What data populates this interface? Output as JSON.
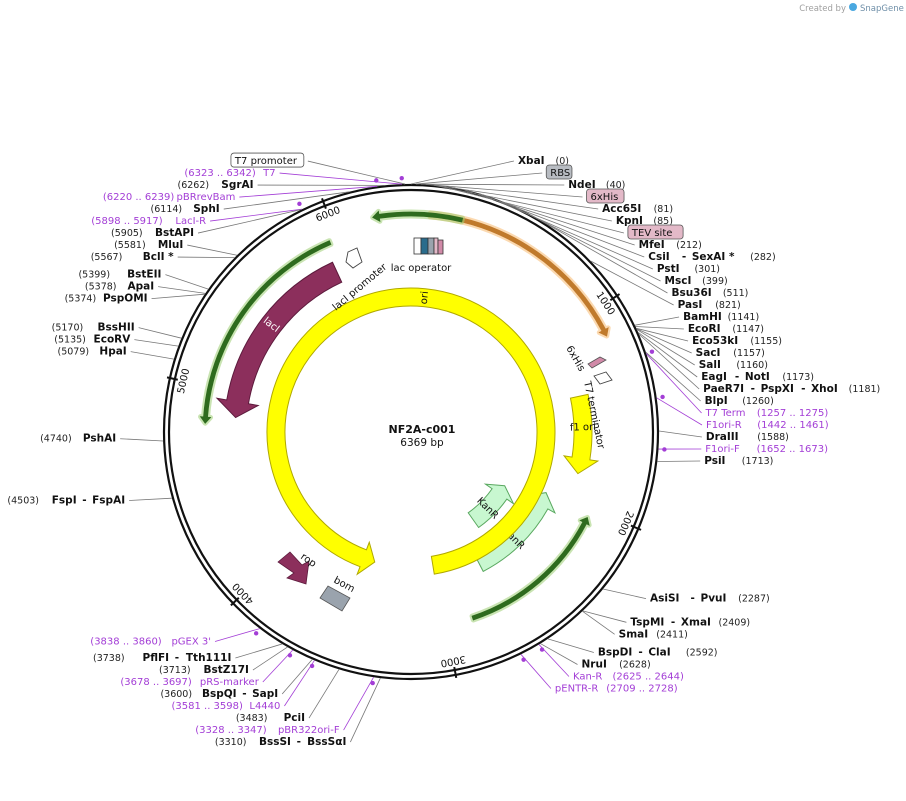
{
  "plasmid": {
    "name": "NF2A-c001",
    "length_label": "6369 bp",
    "total": 6369
  },
  "branding": {
    "created_by": "Created by",
    "brand": "SnapGene"
  },
  "ticks": [
    {
      "bp": 1000,
      "label": "1000"
    },
    {
      "bp": 2000,
      "label": "2000"
    },
    {
      "bp": 3000,
      "label": "3000"
    },
    {
      "bp": 4000,
      "label": "4000"
    },
    {
      "bp": 5000,
      "label": "5000"
    },
    {
      "bp": 6000,
      "label": "6000"
    }
  ],
  "sites": [
    {
      "names": [
        "XbaI"
      ],
      "pos": "(0)",
      "bp": 0
    },
    {
      "names": [
        "NdeI"
      ],
      "pos": "(40)",
      "bp": 40
    },
    {
      "names": [
        "Acc65I"
      ],
      "pos": "(81)",
      "bp": 81
    },
    {
      "names": [
        "KpnI"
      ],
      "pos": "(85)",
      "bp": 85
    },
    {
      "names": [
        "MfeI"
      ],
      "pos": "(212)",
      "bp": 212
    },
    {
      "names": [
        "CsiI",
        "SexAI *"
      ],
      "pos": "(282)",
      "bp": 282
    },
    {
      "names": [
        "PstI"
      ],
      "pos": "(301)",
      "bp": 301
    },
    {
      "names": [
        "MscI"
      ],
      "pos": "(399)",
      "bp": 399
    },
    {
      "names": [
        "Bsu36I"
      ],
      "pos": "(511)",
      "bp": 511
    },
    {
      "names": [
        "PasI"
      ],
      "pos": "(821)",
      "bp": 821
    },
    {
      "names": [
        "BamHI"
      ],
      "pos": "(1141)",
      "bp": 1141
    },
    {
      "names": [
        "EcoRI"
      ],
      "pos": "(1147)",
      "bp": 1147
    },
    {
      "names": [
        "Eco53kI"
      ],
      "pos": "(1155)",
      "bp": 1155
    },
    {
      "names": [
        "SacI"
      ],
      "pos": "(1157)",
      "bp": 1157
    },
    {
      "names": [
        "SalI"
      ],
      "pos": "(1160)",
      "bp": 1160
    },
    {
      "names": [
        "EagI",
        "NotI"
      ],
      "pos": "(1173)",
      "bp": 1173
    },
    {
      "names": [
        "PaeR7I",
        "PspXI",
        "XhoI"
      ],
      "pos": "(1181)",
      "bp": 1181
    },
    {
      "names": [
        "BlpI"
      ],
      "pos": "(1260)",
      "bp": 1260
    },
    {
      "names": [
        "DraIII"
      ],
      "pos": "(1588)",
      "bp": 1588
    },
    {
      "names": [
        "PsiI"
      ],
      "pos": "(1713)",
      "bp": 1713
    },
    {
      "names": [
        "AsiSI",
        "PvuI"
      ],
      "pos": "(2287)",
      "bp": 2287
    },
    {
      "names": [
        "TspMI",
        "XmaI"
      ],
      "pos": "(2409)",
      "bp": 2409
    },
    {
      "names": [
        "SmaI"
      ],
      "pos": "(2411)",
      "bp": 2411
    },
    {
      "names": [
        "BspDI",
        "ClaI"
      ],
      "pos": "(2592)",
      "bp": 2592
    },
    {
      "names": [
        "NruI"
      ],
      "pos": "(2628)",
      "bp": 2628
    },
    {
      "names": [
        "BssSI",
        "BssSαI"
      ],
      "pos": "(3310)",
      "bp": 3310
    },
    {
      "names": [
        "PciI"
      ],
      "pos": "(3483)",
      "bp": 3483
    },
    {
      "names": [
        "BspQI",
        "SapI"
      ],
      "pos": "(3600)",
      "bp": 3600
    },
    {
      "names": [
        "BstZ17I"
      ],
      "pos": "(3713)",
      "bp": 3713
    },
    {
      "names": [
        "PflFI",
        "Tth111I"
      ],
      "pos": "(3738)",
      "bp": 3738
    },
    {
      "names": [
        "FspI",
        "FspAI"
      ],
      "pos": "(4503)",
      "bp": 4503
    },
    {
      "names": [
        "PshAI"
      ],
      "pos": "(4740)",
      "bp": 4740
    },
    {
      "names": [
        "HpaI"
      ],
      "pos": "(5079)",
      "bp": 5079
    },
    {
      "names": [
        "EcoRV"
      ],
      "pos": "(5135)",
      "bp": 5135
    },
    {
      "names": [
        "BssHII"
      ],
      "pos": "(5170)",
      "bp": 5170
    },
    {
      "names": [
        "PspOMI"
      ],
      "pos": "(5374)",
      "bp": 5374
    },
    {
      "names": [
        "ApaI"
      ],
      "pos": "(5378)",
      "bp": 5378
    },
    {
      "names": [
        "BstEII"
      ],
      "pos": "(5399)",
      "bp": 5399
    },
    {
      "names": [
        "BclI *"
      ],
      "pos": "(5567)",
      "bp": 5567
    },
    {
      "names": [
        "MluI"
      ],
      "pos": "(5581)",
      "bp": 5581
    },
    {
      "names": [
        "BstAPI"
      ],
      "pos": "(5905)",
      "bp": 5905
    },
    {
      "names": [
        "SphI"
      ],
      "pos": "(6114)",
      "bp": 6114
    },
    {
      "names": [
        "SgrAI"
      ],
      "pos": "(6262)",
      "bp": 6262
    }
  ],
  "primers": [
    {
      "name": "T7",
      "range": "(6323 .. 6342)",
      "bp": 6332
    },
    {
      "name": "pBRrevBam",
      "range": "(6220 .. 6239)",
      "bp": 6230
    },
    {
      "name": "LacI-R",
      "range": "(5898 .. 5917)",
      "bp": 5908
    },
    {
      "name": "T7 Term",
      "range": "(1257 .. 1275)",
      "bp": 1266
    },
    {
      "name": "F1ori-R",
      "range": "(1442 .. 1461)",
      "bp": 1452
    },
    {
      "name": "F1ori-F",
      "range": "(1652 .. 1673)",
      "bp": 1662
    },
    {
      "name": "Kan-R",
      "range": "(2625 .. 2644)",
      "bp": 2635
    },
    {
      "name": "pENTR-R",
      "range": "(2709 .. 2728)",
      "bp": 2719
    },
    {
      "name": "pGEX 3'",
      "range": "(3838 .. 3860)",
      "bp": 3849
    },
    {
      "name": "pRS-marker",
      "range": "(3678 .. 3697)",
      "bp": 3688
    },
    {
      "name": "L4440",
      "range": "(3581 .. 3598)",
      "bp": 3590
    },
    {
      "name": "pBR322ori-F",
      "range": "(3328 .. 3347)",
      "bp": 3338
    }
  ],
  "boxed_labels": [
    {
      "text": "T7 promoter",
      "fill": "#ffffff",
      "bp": 6345
    },
    {
      "text": "RBS",
      "fill": "#b8bcc2",
      "bp": 20
    },
    {
      "text": "6xHis",
      "fill": "#e3b9c8",
      "bp": 60
    },
    {
      "text": "TEV site",
      "fill": "#e3b9c8",
      "bp": 110
    }
  ],
  "features": [
    {
      "name": "",
      "color": "#f7b96f",
      "edge": "#c07a2c",
      "bp_start": 90,
      "bp_end": 1130,
      "radius": 218,
      "direction": "cw",
      "width": 4
    },
    {
      "name": "",
      "color": "#9ccd72",
      "edge": "#2e6b1e",
      "bp_start": 240,
      "bp_end": 6190,
      "radius": 218,
      "direction": "ccw",
      "width": 4
    },
    {
      "name": "lacI",
      "color": "#8c2f5c",
      "edge": "#5c1a3c",
      "bp_start": 5930,
      "bp_end": 4860,
      "radius": 176,
      "direction": "ccw",
      "width": 22
    },
    {
      "name": "",
      "color": "#9ccd72",
      "edge": "#2e6b1e",
      "bp_start": 5960,
      "bp_end": 4820,
      "radius": 206,
      "direction": "ccw",
      "width": 4
    },
    {
      "name": "f1 ori",
      "color": "#ffff00",
      "edge": "#b0a800",
      "bp_start": 1380,
      "bp_end": 1840,
      "radius": 172,
      "direction": "cw",
      "width": 18
    },
    {
      "name": "KanR",
      "color": "#c8f7d0",
      "edge": "#5aa860",
      "bp_start": 2560,
      "bp_end": 2120,
      "radius": 108,
      "direction": "ccw",
      "width": 18
    },
    {
      "name": "KanR",
      "color": "#c8f7d0",
      "edge": "#5aa860",
      "bp_start": 2700,
      "bp_end": 2020,
      "radius": 148,
      "direction": "ccw",
      "width": 18
    },
    {
      "name": "",
      "color": "#9ccd72",
      "edge": "#2e6b1e",
      "bp_start": 2860,
      "bp_end": 2050,
      "radius": 196,
      "direction": "ccw",
      "width": 4
    },
    {
      "name": "ori",
      "color": "#ffff00",
      "edge": "#b0a800",
      "bp_start": 3020,
      "bp_end": 3460,
      "radius": 135,
      "direction": "ccw",
      "width": 18
    }
  ],
  "inner_labels": {
    "lac_operator": "lac operator",
    "lacI_promoter": "lacI promoter",
    "sixhis": "6xHis",
    "t7_terminator": "T7 terminator",
    "rop": "rop",
    "bom": "bom"
  },
  "colors": {
    "primer": "#a33ed6",
    "backbone": "#111111"
  }
}
